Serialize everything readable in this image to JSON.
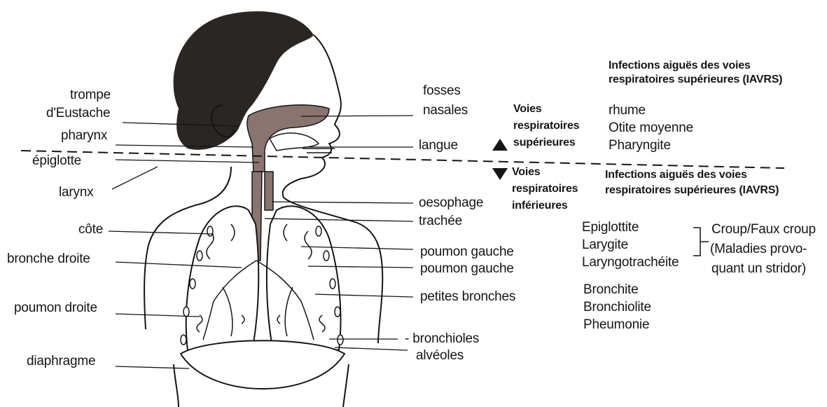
{
  "left_labels": {
    "trompe": "trompe",
    "deustache": "d'Eustache",
    "pharynx": "pharynx",
    "epiglotte": "épiglotte",
    "larynx": "larynx",
    "cote": "côte",
    "bronche_droite": "bronche droite",
    "poumon_droit": "poumon droite",
    "diaphragme": "diaphragme"
  },
  "right_labels": {
    "fosses": "fosses",
    "nasales": "nasales",
    "langue": "langue",
    "oesophage": "oesophage",
    "trachee": "trachée",
    "poumon_gauche_1": "poumon gauche",
    "poumon_gauche_2": "poumon gauche",
    "petites_bronches": "petites bronches",
    "bronchioles": "- bronchioles",
    "alveoles": "alvéoles"
  },
  "upper_tract": {
    "title_l1": "Voies",
    "title_l2": "respiratoires",
    "title_l3": "supérieures"
  },
  "lower_tract": {
    "title_l1": "Voies",
    "title_l2": "respiratoires",
    "title_l3": "inférieures"
  },
  "upper_infections": {
    "header_l1": "Infections aiguës des voies",
    "header_l2": "respiratoires supérieures (IAVRS)",
    "items": [
      "rhume",
      "Otite moyenne",
      "Pharyngite"
    ]
  },
  "lower_infections": {
    "header_l1": "Infections aiguës des voies",
    "header_l2": "respiratoires supérieures (IAVRS)",
    "croup_items": [
      "Epiglottite",
      "Larygite",
      "Laryngotrachéite"
    ],
    "croup_note_l1": "Croup/Faux croup",
    "croup_note_l2": "(Maladies provo-",
    "croup_note_l3": "quant un stridor)",
    "other_items": [
      "Bronchite",
      "Bronchiolite",
      "Pheumonie"
    ]
  },
  "colors": {
    "ink": "#151515",
    "airway_fill": "#8a7470",
    "hair": "#2a2624"
  }
}
